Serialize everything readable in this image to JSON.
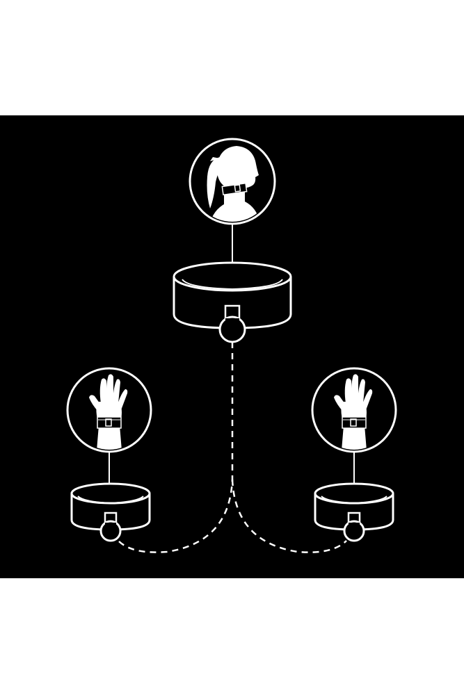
{
  "colors": {
    "background": "#ffffff",
    "panel": "#000000",
    "line": "#ffffff"
  },
  "diagram": {
    "nodes": [
      {
        "id": "neck",
        "icon": "head-with-collar-icon",
        "cuff": "collar-cuff"
      },
      {
        "id": "left-wrist",
        "icon": "hand-with-wrist-cuff-icon",
        "cuff": "left-wrist-cuff"
      },
      {
        "id": "right-wrist",
        "icon": "hand-with-wrist-cuff-icon",
        "cuff": "right-wrist-cuff"
      }
    ],
    "connections": [
      {
        "from": "neck",
        "to": "left-wrist",
        "style": "dashed"
      },
      {
        "from": "neck",
        "to": "right-wrist",
        "style": "dashed"
      }
    ]
  }
}
